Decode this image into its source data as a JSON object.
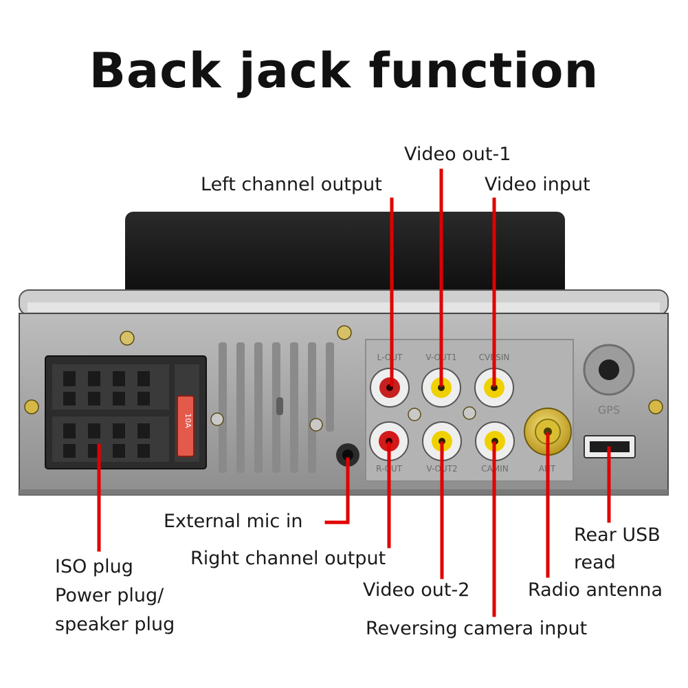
{
  "title": "Back jack function",
  "colors": {
    "callout": "#e10000",
    "panel": "#a9a9a9",
    "panel_dark": "#6d6d6d",
    "connector": "#2c2c2c",
    "rca_white": "#f2f2f2",
    "rca_red": "#d21a1a",
    "rca_yellow": "#f0d400",
    "fuse": "#e35a4a"
  },
  "panel_markings": {
    "l_out": "L-OUT",
    "v_out1": "V-OUT1",
    "cvbsin": "CVBSIN",
    "r_out": "R-OUT",
    "v_out2": "V-OUT2",
    "camin": "CAMIN",
    "ant": "ANT",
    "gps": "GPS",
    "fuse": "10A"
  },
  "labels": {
    "video_out_1": "Video out-1",
    "left_channel_output": "Left channel output",
    "video_input": "Video input",
    "external_mic_in": "External mic in",
    "right_channel_output": "Right channel output",
    "iso_plug_1": "ISO plug",
    "iso_plug_2": "Power plug/",
    "iso_plug_3": "speaker plug",
    "video_out_2": "Video out-2",
    "reversing_camera_input": "Reversing camera input",
    "rear_usb_1": "Rear USB",
    "rear_usb_2": "read",
    "radio_antenna": "Radio antenna"
  }
}
